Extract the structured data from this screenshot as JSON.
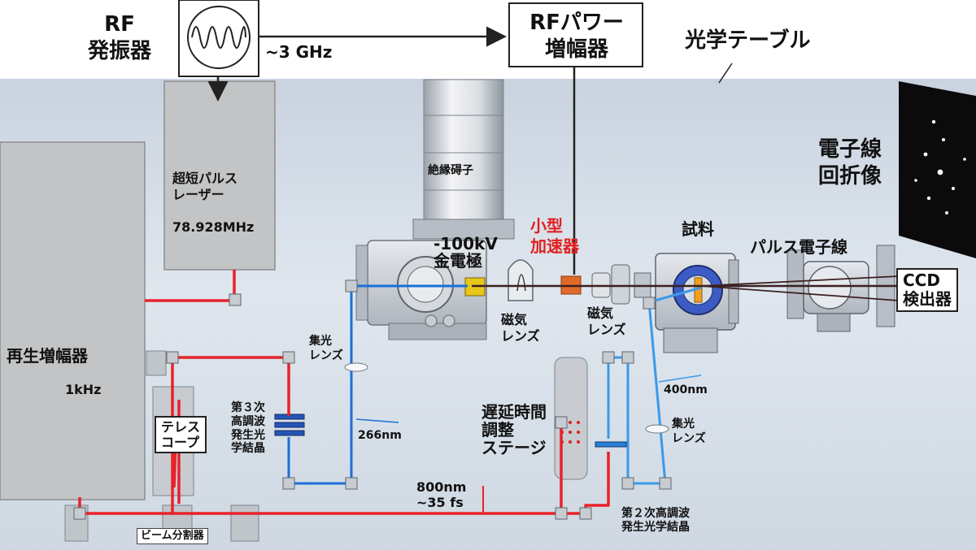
{
  "labels": {
    "rf_osc": "RF\n発振器",
    "freq": "~3 GHz",
    "rf_amp": "RFパワー\n増幅器",
    "optical_table": "光学テーブル",
    "laser": "超短パルス\nレーザー",
    "laser_freq": "78.928MHz",
    "insulator": "絶縁碍子",
    "electrode": "-100kV\n金電極",
    "accelerator": "小型\n加速器",
    "sample": "試料",
    "pulse_beam": "パルス電子線",
    "diffraction": "電子線\n回折像",
    "ccd": "CCD\n検出器",
    "regen_amp": "再生増幅器",
    "regen_freq": "1kHz",
    "mag_lens1": "磁気\nレンズ",
    "mag_lens2": "磁気\nレンズ",
    "focus_lens1": "集光\nレンズ",
    "focus_lens2": "集光\nレンズ",
    "telescope": "テレス\nコープ",
    "third_harm": "第３次\n高調波\n発生光\n学結晶",
    "wl_266": "266nm",
    "wl_400": "400nm",
    "delay_stage": "遅延時間\n調整\nステージ",
    "pulse_800": "800nm\n~35 fs",
    "second_harm": "第２次高調波\n発生光学結晶",
    "beam_splitter": "ビーム分割器"
  },
  "colors": {
    "red_beam": "#e8222a",
    "blue_beam": "#1a6fd6",
    "light_blue_beam": "#3a9ae8",
    "accent_red": "#e02020",
    "table_bg": "#cfd8e3"
  }
}
